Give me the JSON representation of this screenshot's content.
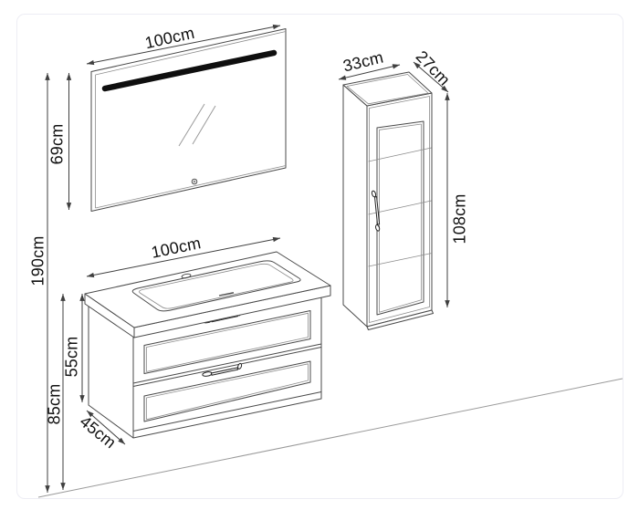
{
  "diagram": {
    "title": "bathroom-furniture-dimension-diagram",
    "labels": {
      "mirror_width": "100cm",
      "mirror_height": "69cm",
      "overall_height": "190cm",
      "floor_to_countertop": "85cm",
      "vanity_cabinet_height": "55cm",
      "vanity_width": "100cm",
      "vanity_depth": "45cm",
      "tall_cabinet_width": "33cm",
      "tall_cabinet_depth": "27cm",
      "tall_cabinet_height": "108cm"
    },
    "colors": {
      "outline": "#4a4a4a",
      "light_line": "#8c8c8c",
      "dimension_line": "#3f3f3f",
      "led_strip": "#0f0f0f",
      "frame_border": "#ededf4",
      "background": "#ffffff",
      "text": "#111111"
    }
  }
}
